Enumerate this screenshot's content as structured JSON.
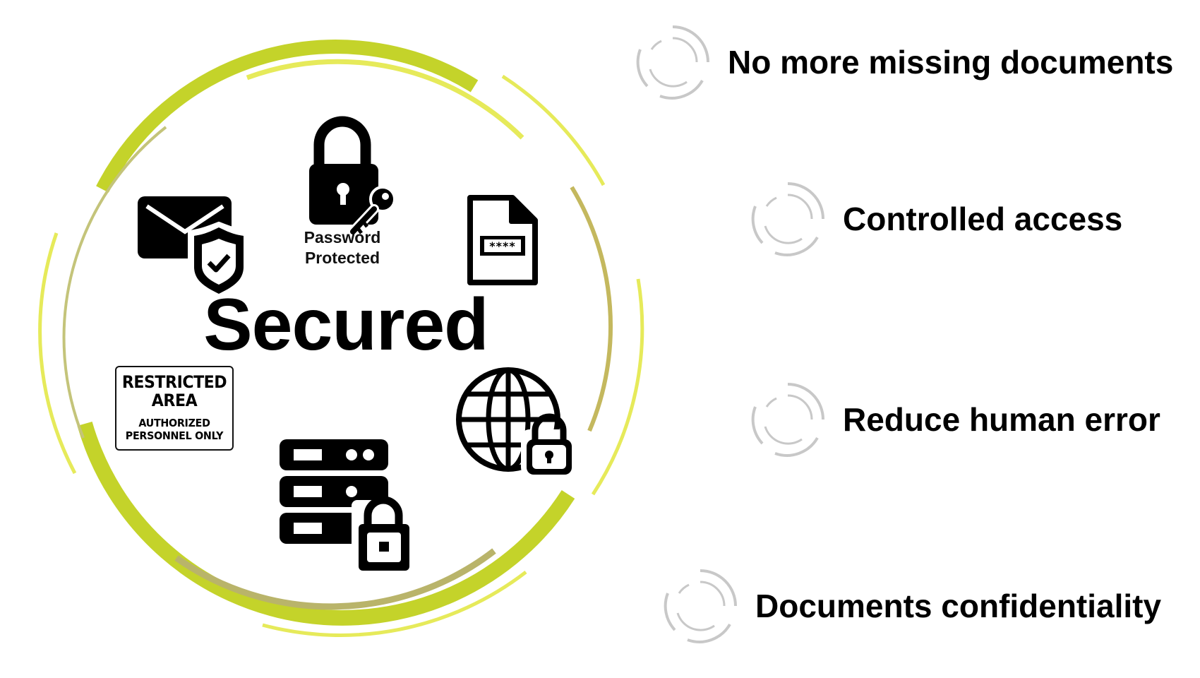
{
  "center": {
    "title": "Secured"
  },
  "icons": {
    "password": {
      "line1": "Password",
      "line2": "Protected"
    },
    "file_password": {
      "mask": "****"
    },
    "restricted_sign": {
      "line1": "RESTRICTED",
      "line2": "AREA",
      "line3": "AUTHORIZED",
      "line4": "PERSONNEL ONLY"
    }
  },
  "benefits": [
    {
      "label": "No more missing documents"
    },
    {
      "label": "Controlled access"
    },
    {
      "label": "Reduce human error"
    },
    {
      "label": "Documents confidentiality"
    }
  ],
  "colors": {
    "ring_primary": "#c4d32a",
    "ring_light": "#e6ea5a",
    "ring_olive": "#b9b46a",
    "icon": "#000000",
    "bullet_ring": "#c8c8c8"
  }
}
